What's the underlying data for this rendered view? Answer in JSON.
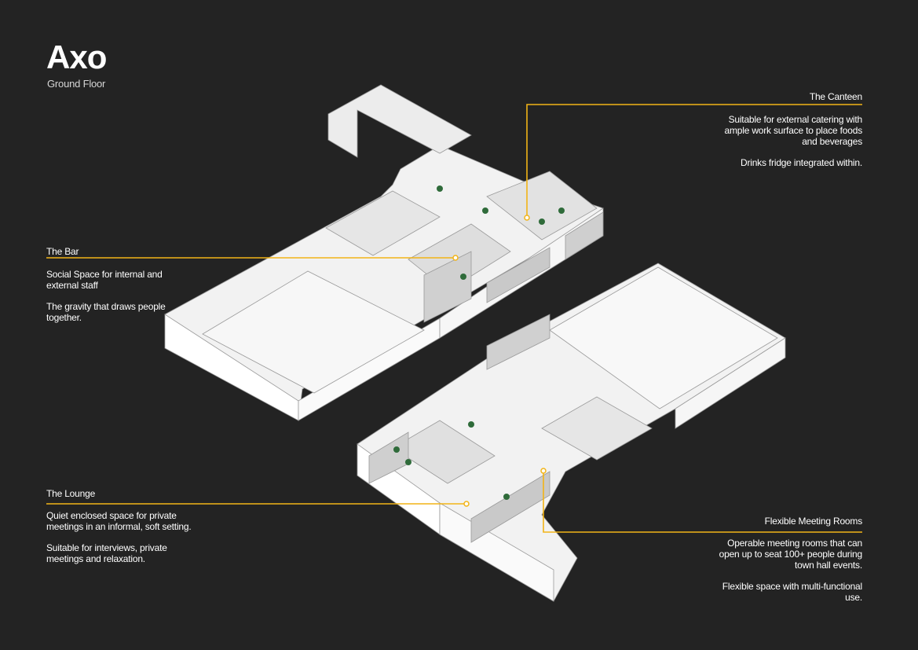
{
  "header": {
    "title": "Axo",
    "subtitle": "Ground Floor"
  },
  "callouts": {
    "canteen": {
      "title": "The Canteen",
      "lines": [
        "Suitable for external catering with",
        "ample work surface to place foods",
        "and beverages"
      ],
      "note": "Drinks fridge integrated within."
    },
    "bar": {
      "title": "The Bar",
      "lines": [
        "Social Space for internal and",
        "external staff"
      ],
      "note_lines": [
        "The gravity that draws people",
        "together."
      ]
    },
    "lounge": {
      "title": "The Lounge",
      "lines": [
        "Quiet enclosed space for private",
        "meetings in an informal, soft setting."
      ],
      "note_lines": [
        "Suitable for interviews, private",
        "meetings and relaxation."
      ]
    },
    "meeting": {
      "title": "Flexible Meeting Rooms",
      "lines": [
        "Operable meeting rooms that can",
        "open up to seat 100+ people during",
        "town hall events."
      ],
      "note_lines": [
        "Flexible space with multi-functional",
        "use."
      ]
    }
  },
  "colors": {
    "background": "#232323",
    "accent": "#f2b417",
    "plan": "#f4f4f4"
  }
}
